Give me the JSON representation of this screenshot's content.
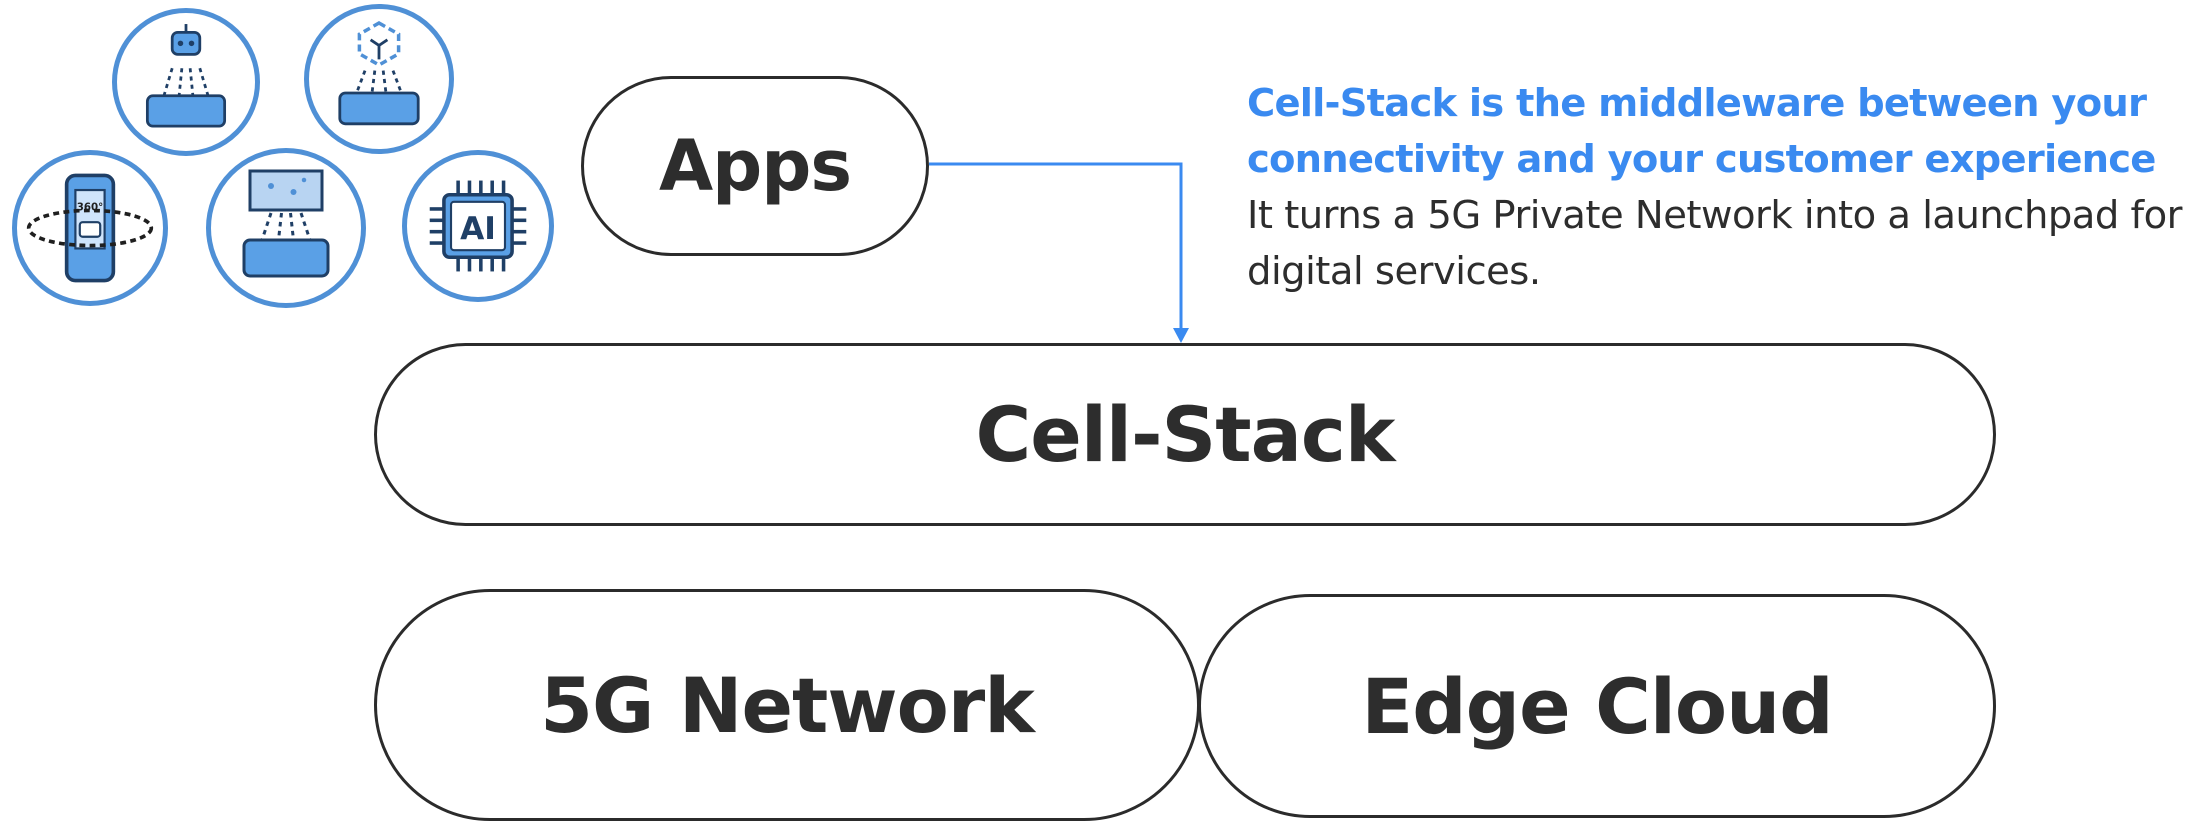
{
  "diagram": {
    "apps_label": "Apps",
    "cellstack_label": "Cell-Stack",
    "network_label": "5G Network",
    "edge_label": "Edge Cloud"
  },
  "description": {
    "headline_line1": "Cell-Stack is the middleware between your",
    "headline_line2": "connectivity and your customer experience",
    "body_line1": "It turns a 5G Private Network into a launchpad for",
    "body_line2": "digital services."
  },
  "icons": {
    "robot": "robot-phone-icon",
    "ar": "ar-cube-phone-icon",
    "camera360": "camera-360-icon",
    "projection": "hologram-phone-icon",
    "ai": "ai-chip-icon",
    "ai_text": "AI",
    "camera_text": "360°"
  },
  "colors": {
    "accent": "#3a8af0",
    "icon_blue": "#4f90d6",
    "text": "#2d2d2d"
  }
}
